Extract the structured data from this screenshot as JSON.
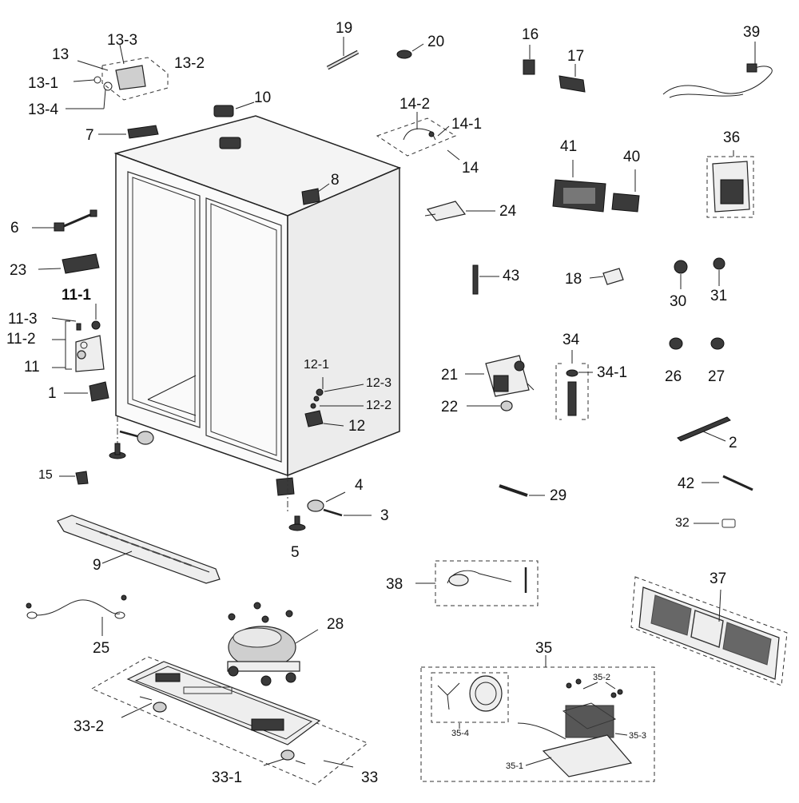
{
  "labels": {
    "p1": "1",
    "p2": "2",
    "p3": "3",
    "p4": "4",
    "p5": "5",
    "p6": "6",
    "p7": "7",
    "p8": "8",
    "p9": "9",
    "p10": "10",
    "p11": "11",
    "p11_1": "11-1",
    "p11_2": "11-2",
    "p11_3": "11-3",
    "p12": "12",
    "p12_1": "12-1",
    "p12_2": "12-2",
    "p12_3": "12-3",
    "p13": "13",
    "p13_1": "13-1",
    "p13_2": "13-2",
    "p13_3": "13-3",
    "p13_4": "13-4",
    "p14": "14",
    "p14_1": "14-1",
    "p14_2": "14-2",
    "p15": "15",
    "p16": "16",
    "p17": "17",
    "p18": "18",
    "p19": "19",
    "p20": "20",
    "p21": "21",
    "p22": "22",
    "p23": "23",
    "p24": "24",
    "p25": "25",
    "p26": "26",
    "p27": "27",
    "p28": "28",
    "p29": "29",
    "p30": "30",
    "p31": "31",
    "p32": "32",
    "p33": "33",
    "p33_1": "33-1",
    "p33_2": "33-2",
    "p34": "34",
    "p34_1": "34-1",
    "p35": "35",
    "p35_1": "35-1",
    "p35_2": "35-2",
    "p35_3": "35-3",
    "p35_4": "35-4",
    "p36": "36",
    "p37": "37",
    "p38": "38",
    "p39": "39",
    "p40": "40",
    "p41": "41",
    "p42": "42",
    "p43": "43"
  }
}
